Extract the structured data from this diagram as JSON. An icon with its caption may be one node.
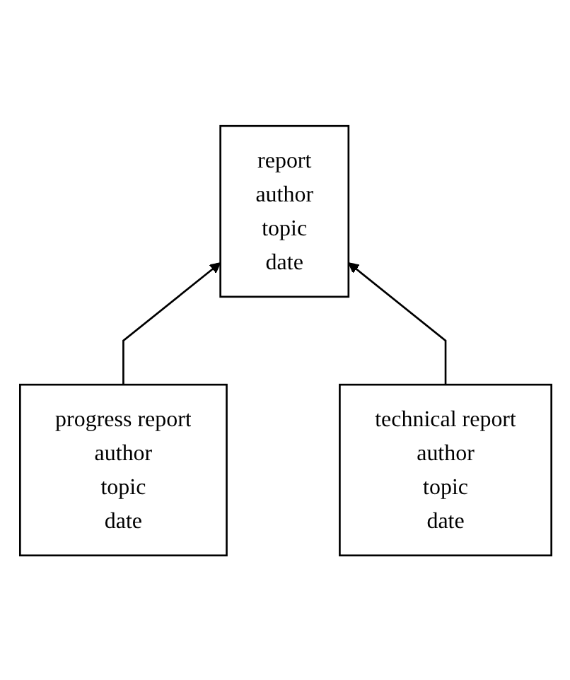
{
  "diagram": {
    "nodes": [
      {
        "text": [
          "report",
          "author",
          "topic",
          "date"
        ]
      },
      {
        "text": [
          "progress report",
          "author",
          "topic",
          "date"
        ]
      },
      {
        "text": [
          "technical report",
          "author",
          "topic",
          "date"
        ]
      }
    ],
    "edges": [
      {
        "from": 1,
        "to": 0,
        "arrow": "to"
      },
      {
        "from": 2,
        "to": 0,
        "arrow": "to"
      }
    ]
  }
}
